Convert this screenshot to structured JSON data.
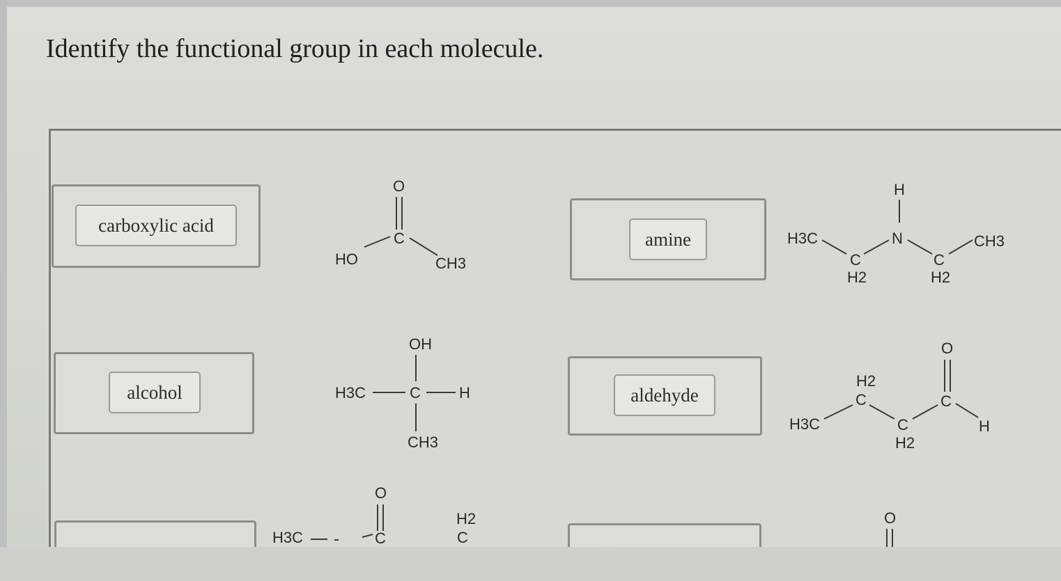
{
  "prompt": "Identify the functional group in each molecule.",
  "labels": [
    {
      "id": "carboxylic",
      "text": "carboxylic acid"
    },
    {
      "id": "amine",
      "text": "amine"
    },
    {
      "id": "alcohol",
      "text": "alcohol"
    },
    {
      "id": "aldehyde",
      "text": "aldehyde"
    }
  ],
  "molecules": {
    "carboxylic_acid": {
      "o": "O",
      "c": "C",
      "ho": "HO",
      "ch3": "CH3"
    },
    "amine": {
      "h": "H",
      "n": "N",
      "h3c": "H3C",
      "ch3": "CH3",
      "c1": "C",
      "h2a": "H2",
      "c2": "C",
      "h2b": "H2"
    },
    "alcohol": {
      "oh": "OH",
      "h3c": "H3C",
      "c": "C",
      "h": "H",
      "ch3": "CH3"
    },
    "aldehyde": {
      "h2top": "H2",
      "ctop": "C",
      "h3c": "H3C",
      "cmid": "C",
      "h2bot": "H2",
      "o": "O",
      "c": "C",
      "h": "H"
    },
    "partial_left": {
      "h3c": "H3C",
      "o": "O",
      "c": "C",
      "h2": "H2",
      "c2": "C"
    },
    "partial_right": {
      "o": "O"
    }
  }
}
